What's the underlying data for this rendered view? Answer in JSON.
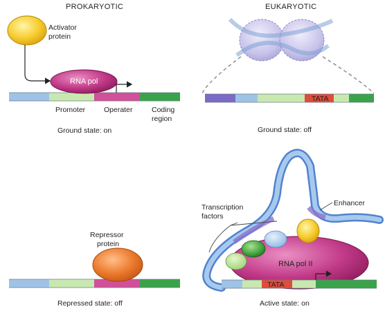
{
  "prokaryotic": {
    "title": "PROKARYOTIC",
    "activator_line1": "Activator",
    "activator_line2": "protein",
    "rna_pol": "RNA pol",
    "promoter": "Promoter",
    "operator": "Operater",
    "coding_line1": "Coding",
    "coding_line2": "region",
    "ground_state": "Ground state: on",
    "repressor_line1": "Repressor",
    "repressor_line2": "protein",
    "repressed_state": "Repressed state: off"
  },
  "eukaryotic": {
    "title": "EUKARYOTIC",
    "tata": "TATA",
    "ground_state": "Ground state: off",
    "tf_line1": "Transcription",
    "tf_line2": "factors",
    "enhancer": "Enhancer",
    "rna_pol_ii": "RNA pol II",
    "tata_active": "TATA",
    "active_state": "Active state: on"
  },
  "colors": {
    "dna_blue": "#9fc3e6",
    "promoter_green": "#c8e8b0",
    "operator_pink": "#d24f9a",
    "coding_green": "#3aa34a",
    "activator_yellow": "#f6cc2e",
    "rna_pol_magenta": "#b72a7b",
    "repressor_orange": "#e8762a",
    "tata_red": "#e04b3a",
    "nucleosome_lavender": "#c4bfe6",
    "loop_blue": "#5c8fd2"
  }
}
